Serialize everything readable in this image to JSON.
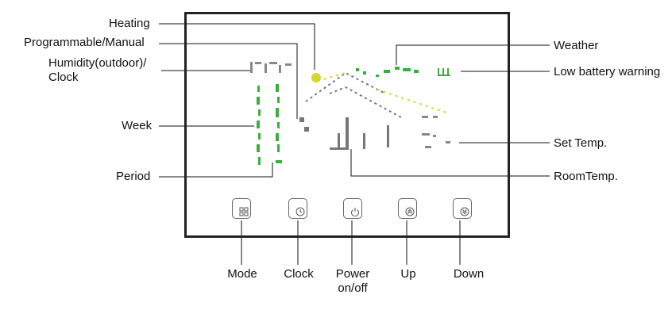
{
  "labels": {
    "heating": "Heating",
    "programmable_manual": "Programmable/Manual",
    "humidity_clock_line1": "Humidity(outdoor)/",
    "humidity_clock_line2": "Clock",
    "week": "Week",
    "period": "Period",
    "weather": "Weather",
    "low_battery": "Low battery warning",
    "set_temp": "Set Temp.",
    "room_temp": "RoomTemp."
  },
  "buttons": {
    "mode": "Mode",
    "clock": "Clock",
    "power_line1": "Power",
    "power_line2": "on/off",
    "up": "Up",
    "down": "Down"
  },
  "icons": [
    "mode-grid-icon",
    "clock-icon",
    "power-icon",
    "up-chevron-icon",
    "down-chevron-icon"
  ],
  "colors": {
    "lcd_green": "#3cae3c",
    "lcd_yellow": "#d4d82a",
    "frame": "#222222",
    "segment": "#777777"
  }
}
